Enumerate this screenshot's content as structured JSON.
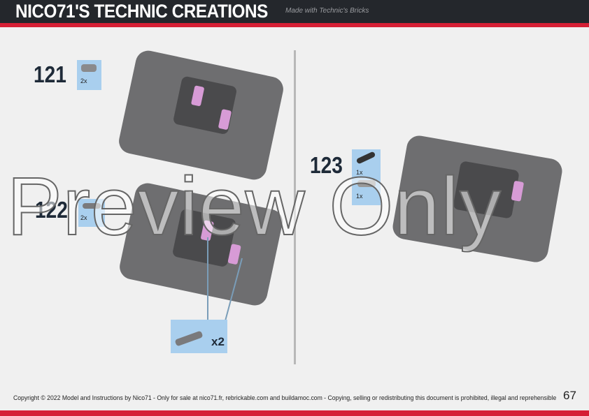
{
  "header": {
    "title": "NICO71'S TECHNIC CREATIONS",
    "subtitle": "Made with Technic's Bricks"
  },
  "steps": [
    {
      "number": "121",
      "parts": [
        {
          "icon": "technic-connector-icon",
          "qty": "2x"
        }
      ]
    },
    {
      "number": "122",
      "parts": [
        {
          "icon": "technic-beam-icon",
          "qty": "2x"
        }
      ]
    },
    {
      "number": "123",
      "parts": [
        {
          "icon": "axle-pin-icon",
          "qty": "1x"
        },
        {
          "icon": "pin-connector-icon",
          "qty": "1x"
        }
      ]
    }
  ],
  "callout": {
    "icon": "technic-pin-icon",
    "qty": "x2"
  },
  "watermark": "Preview Only",
  "footer": {
    "copyright": "Copyright © 2022 Model and Instructions by Nico71 - Only for sale at nico71.fr, rebrickable.com and buildamoc.com - Copying, selling or redistributing this document is prohibited, illegal and reprehensible",
    "page": "67"
  },
  "colors": {
    "header": "#24272c",
    "accent": "#d51f35",
    "parts_box": "#a9cfee"
  }
}
